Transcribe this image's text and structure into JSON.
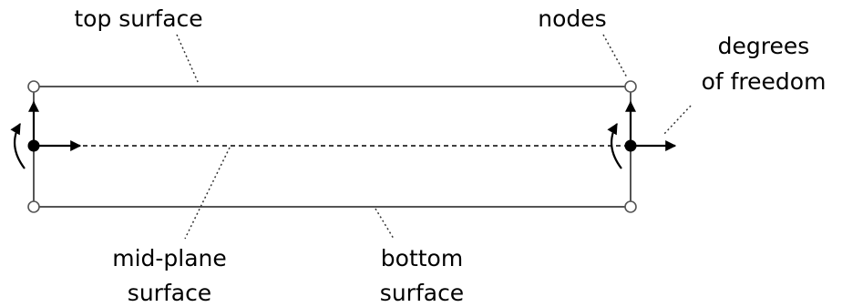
{
  "labels": {
    "top_surface": "top surface",
    "nodes": "nodes",
    "dof_line1": "degrees",
    "dof_line2": "of freedom",
    "midplane_line1": "mid-plane",
    "midplane_line2": "surface",
    "bottom_line1": "bottom",
    "bottom_line2": "surface"
  },
  "colors": {
    "stroke": "#000000",
    "frame": "#555555",
    "leader": "#333333"
  }
}
